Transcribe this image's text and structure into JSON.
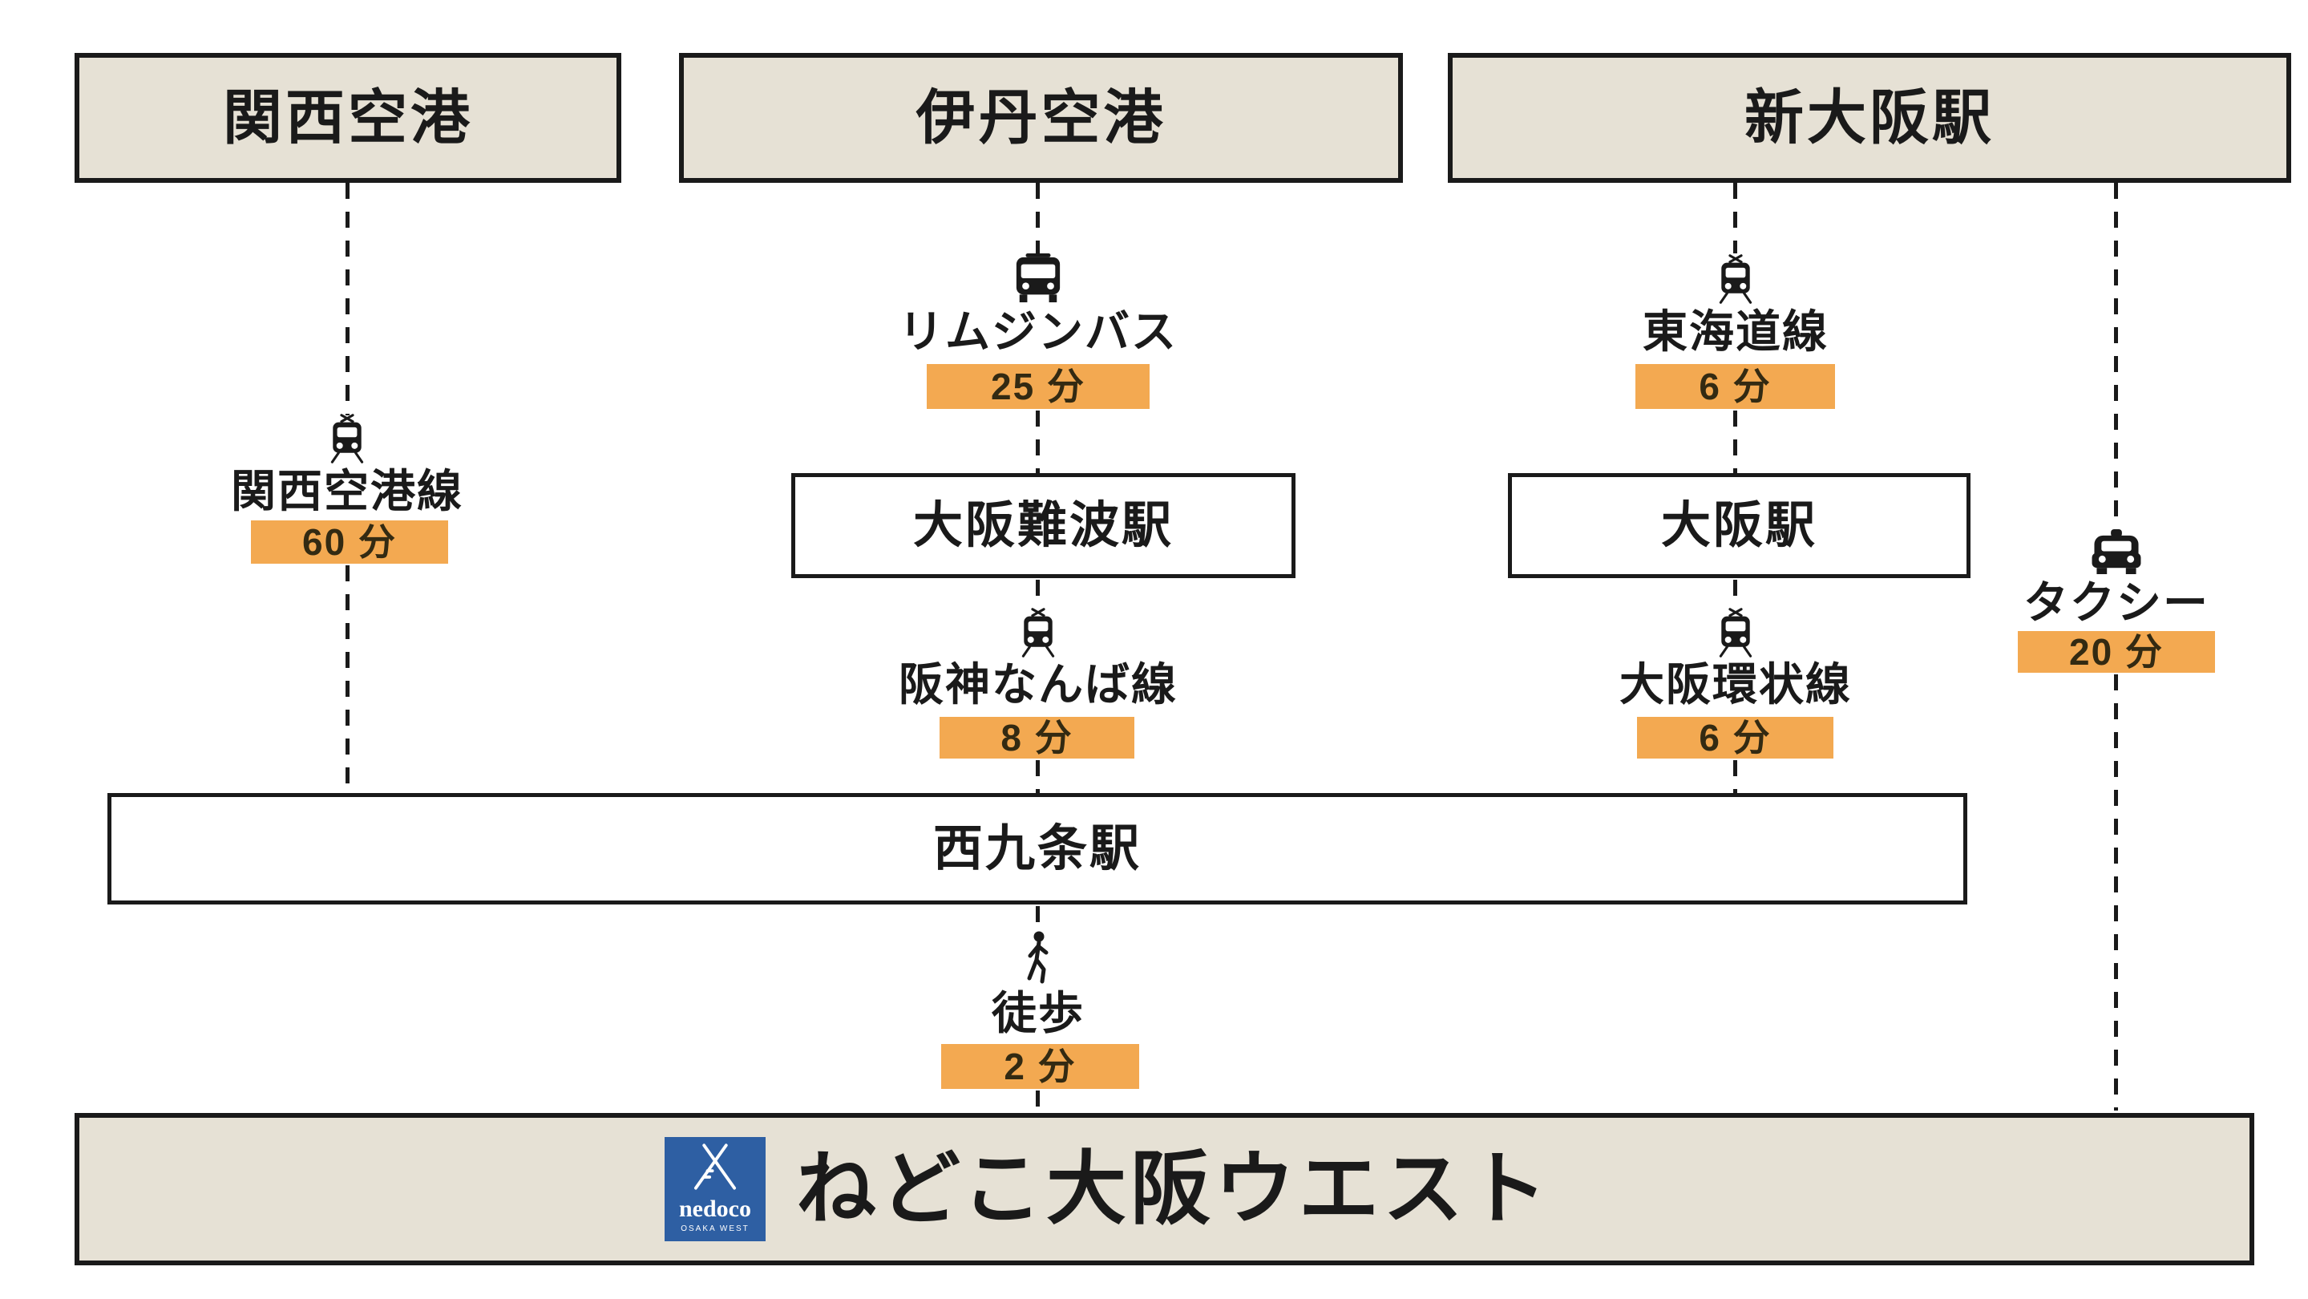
{
  "colors": {
    "accent": "#f3a951",
    "panel_bg": "#e6e1d5",
    "ink": "#1a1a1a",
    "logo_blue": "#2e5fa3",
    "badge_text": "#332a12"
  },
  "origins": {
    "kansai_airport": {
      "label": "関西空港"
    },
    "itami_airport": {
      "label": "伊丹空港"
    },
    "shin_osaka": {
      "label": "新大阪駅"
    }
  },
  "stations": {
    "osaka_namba": {
      "label": "大阪難波駅"
    },
    "osaka": {
      "label": "大阪駅"
    },
    "nishikujo": {
      "label": "西九条駅"
    }
  },
  "legs": {
    "kansai_airport_line": {
      "mode": "train",
      "label": "関西空港線",
      "duration": "60 分"
    },
    "limousine_bus": {
      "mode": "bus",
      "label": "リムジンバス",
      "duration": "25 分"
    },
    "tokaido_line": {
      "mode": "train",
      "label": "東海道線",
      "duration": "6 分"
    },
    "hanshin_namba_line": {
      "mode": "train",
      "label": "阪神なんば線",
      "duration": "8 分"
    },
    "osaka_loop_line": {
      "mode": "train",
      "label": "大阪環状線",
      "duration": "6 分"
    },
    "taxi": {
      "mode": "taxi",
      "label": "タクシー",
      "duration": "20 分"
    },
    "walk": {
      "mode": "walk",
      "label": "徒歩",
      "duration": "2 分"
    }
  },
  "destination": {
    "label": "ねどこ大阪ウエスト",
    "logo": {
      "name": "nedoco",
      "subtitle": "OSAKA WEST"
    }
  }
}
